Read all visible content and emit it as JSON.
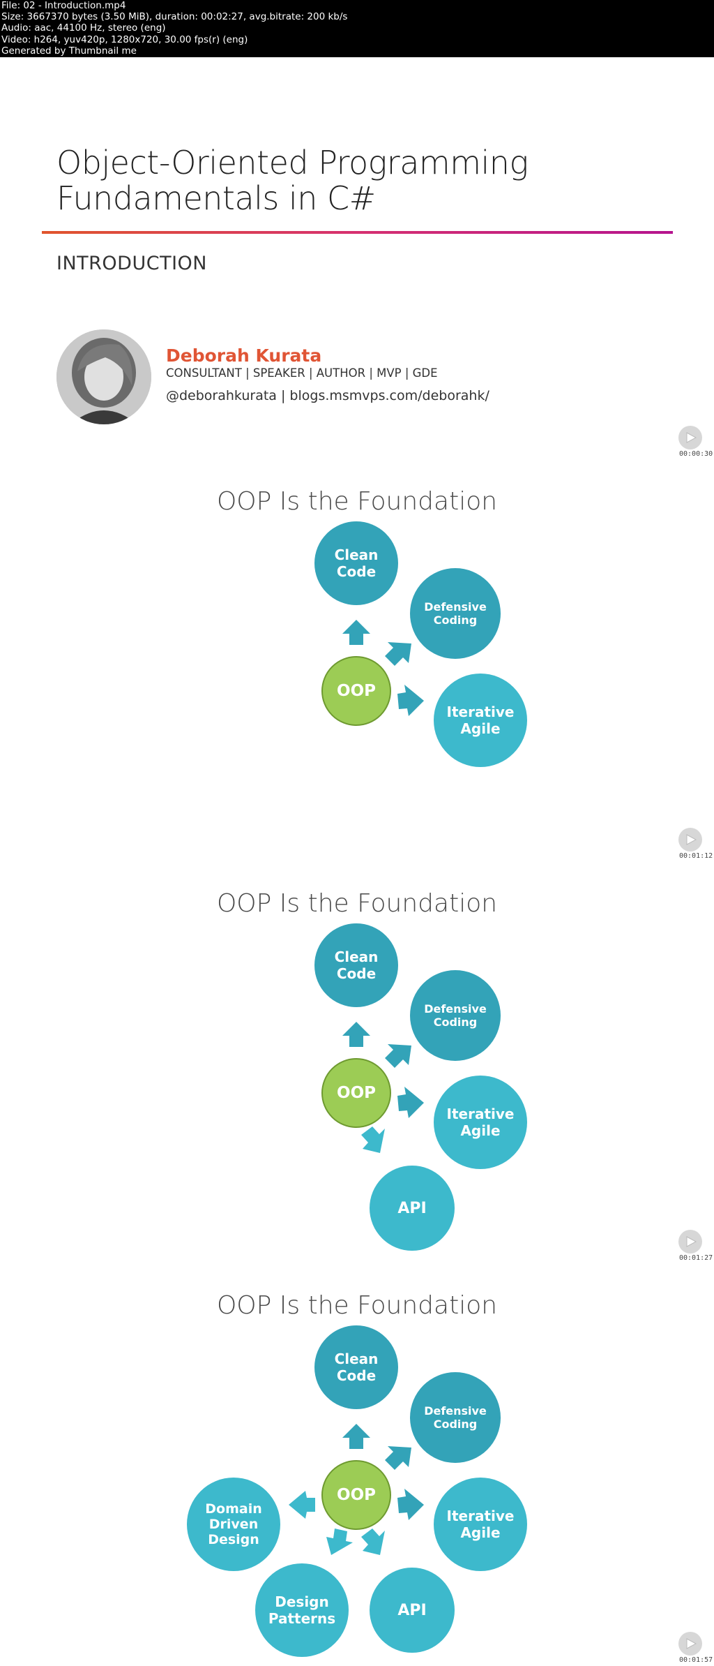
{
  "file_info": {
    "lines": [
      "File: 02 - Introduction.mp4",
      "Size: 3667370 bytes (3.50 MiB), duration: 00:02:27, avg.bitrate: 200 kb/s",
      "Audio: aac, 44100 Hz, stereo (eng)",
      "Video: h264, yuv420p, 1280x720, 30.00 fps(r) (eng)",
      "Generated by Thumbnail me"
    ]
  },
  "slide1": {
    "title_line1": "Object-Oriented Programming",
    "title_line2": "Fundamentals in C#",
    "subtitle": "INTRODUCTION",
    "author_name": "Deborah Kurata",
    "author_roles": "CONSULTANT | SPEAKER | AUTHOR | MVP | GDE",
    "author_links": "@deborahkurata | blogs.msmvps.com/deborahk/",
    "timestamp": "00:00:30"
  },
  "slide2": {
    "title": "OOP Is the Foundation",
    "bubbles": {
      "clean_code": "Clean\nCode",
      "defensive_coding": "Defensive\nCoding",
      "iterative_agile": "Iterative\nAgile",
      "oop": "OOP"
    },
    "timestamp": "00:01:12"
  },
  "slide3": {
    "title": "OOP Is the Foundation",
    "bubbles": {
      "clean_code": "Clean\nCode",
      "defensive_coding": "Defensive\nCoding",
      "iterative_agile": "Iterative\nAgile",
      "oop": "OOP",
      "api": "API"
    },
    "timestamp": "00:01:27"
  },
  "slide4": {
    "title": "OOP Is the Foundation",
    "bubbles": {
      "clean_code": "Clean\nCode",
      "defensive_coding": "Defensive\nCoding",
      "iterative_agile": "Iterative\nAgile",
      "oop": "OOP",
      "api": "API",
      "design_patterns": "Design\nPatterns",
      "domain_driven_design": "Domain\nDriven\nDesign"
    },
    "timestamp": "00:01:57"
  },
  "colors": {
    "bubble_dark": "#33a3b8",
    "bubble_light": "#3db9cc",
    "oop_green": "#9ccc55",
    "author_accent": "#e05535"
  },
  "icons": {
    "play": "play-icon"
  }
}
